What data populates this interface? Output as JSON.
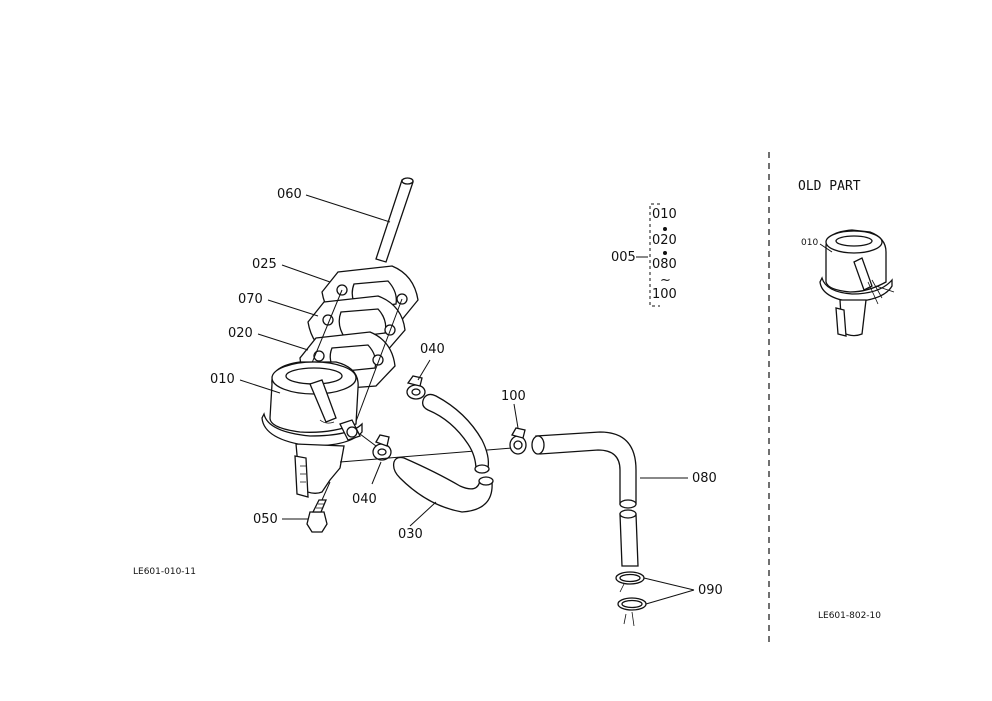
{
  "callouts": {
    "p060": "060",
    "p025": "025",
    "p070": "070",
    "p020": "020",
    "p010": "010",
    "p040a": "040",
    "p100": "100",
    "p040b": "040",
    "p030": "030",
    "p050": "050",
    "p080": "080",
    "p090": "090"
  },
  "kit": {
    "label": "005",
    "items": [
      "010",
      "020",
      "080",
      "100"
    ],
    "range_mark": "~"
  },
  "figure_code_main": "LE601-010-11",
  "old_part": {
    "header": "OLD PART",
    "callout": "010",
    "figure_code": "LE601-802-10"
  }
}
